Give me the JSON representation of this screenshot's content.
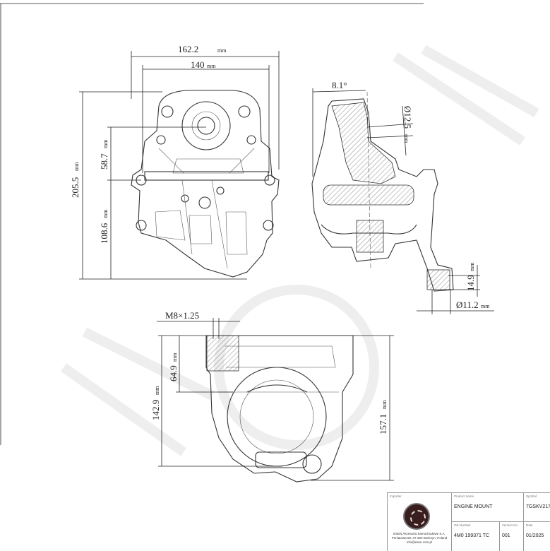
{
  "drawing": {
    "front_view": {
      "width_overall": "162.2",
      "width_holes": "140",
      "height_overall": "205.5",
      "height_upper": "58.7",
      "height_lower": "108.6"
    },
    "side_view": {
      "angle": "8.1°",
      "bore_diameter": "Ø12.5",
      "foot_height": "14.9",
      "foot_hole_diameter": "Ø11.2"
    },
    "bottom_view": {
      "thread": "M8×1.25",
      "depth_upper": "64.9",
      "height_left": "142.9",
      "height_right": "157.1"
    },
    "unit": "mm"
  },
  "title_block": {
    "importer_label": "Importer",
    "importer_lines": [
      "ESEN Akcesoria Samochodowe S.A.",
      "Poniatowa 59, 07-320 Wolczyn, Poland",
      "info@esen.com.pl"
    ],
    "product_name_label": "Product name",
    "product_name": "ENGINE MOUNT",
    "symbol_label": "Symbol",
    "symbol": "7GSKV217",
    "oe_number_label": "OE Number",
    "oe_number": "4M0 199371 TC",
    "version_label": "Version No",
    "version": "001",
    "date_label": "Date",
    "date": "01/2025"
  }
}
